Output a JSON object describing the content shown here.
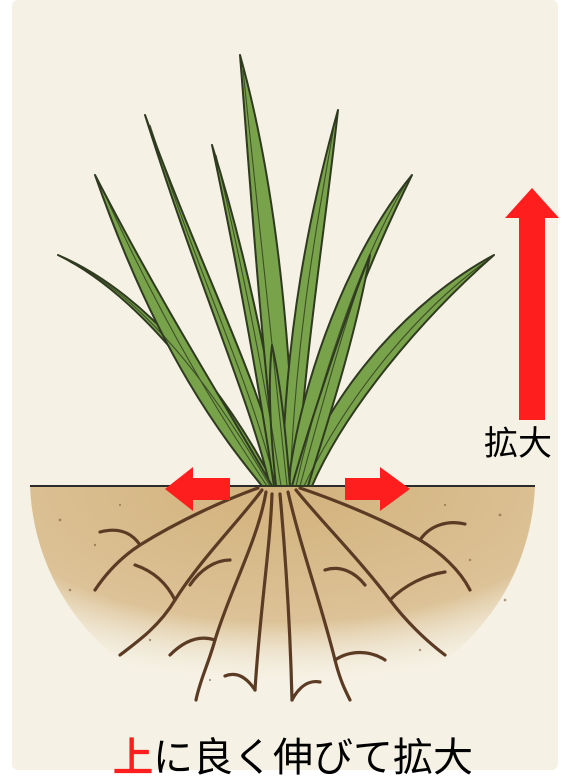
{
  "illustration": {
    "subject": "grass-clump-with-roots",
    "colors": {
      "background": "#f5f1e4",
      "leaf_fill": "#78a34b",
      "leaf_stroke": "#2f3a20",
      "soil": "#d8b883",
      "root": "#5b3b24",
      "arrow": "#ff1e1e"
    },
    "icons": [
      "arrow-up-icon",
      "arrow-left-icon",
      "arrow-right-icon"
    ]
  },
  "labels": {
    "expand": "拡大",
    "caption_mark": "上",
    "caption_text": "に良く伸びて拡大"
  }
}
